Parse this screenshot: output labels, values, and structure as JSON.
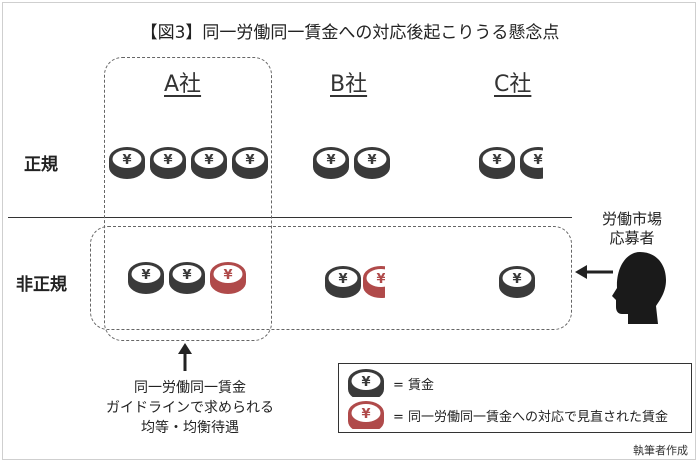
{
  "title": "【図3】同一労働同一賃金への対応後起こりうる懸念点",
  "companies": [
    "A社",
    "B社",
    "C社"
  ],
  "rows": {
    "regular": "正規",
    "non_regular": "非正規"
  },
  "market": {
    "line1": "労働市場",
    "line2": "応募者"
  },
  "note": {
    "line1": "同一労働同一賃金",
    "line2": "ガイドラインで求められる",
    "line3": "均等・均衡待遇"
  },
  "legend": {
    "wage": "= 賃金",
    "revised_wage": "= 同一労働同一賃金への対応で見直された賃金"
  },
  "credit": "執筆者作成",
  "coin_symbol": "¥",
  "colors": {
    "coin_gray": "#3a3a3a",
    "coin_red": "#b04a4a"
  }
}
